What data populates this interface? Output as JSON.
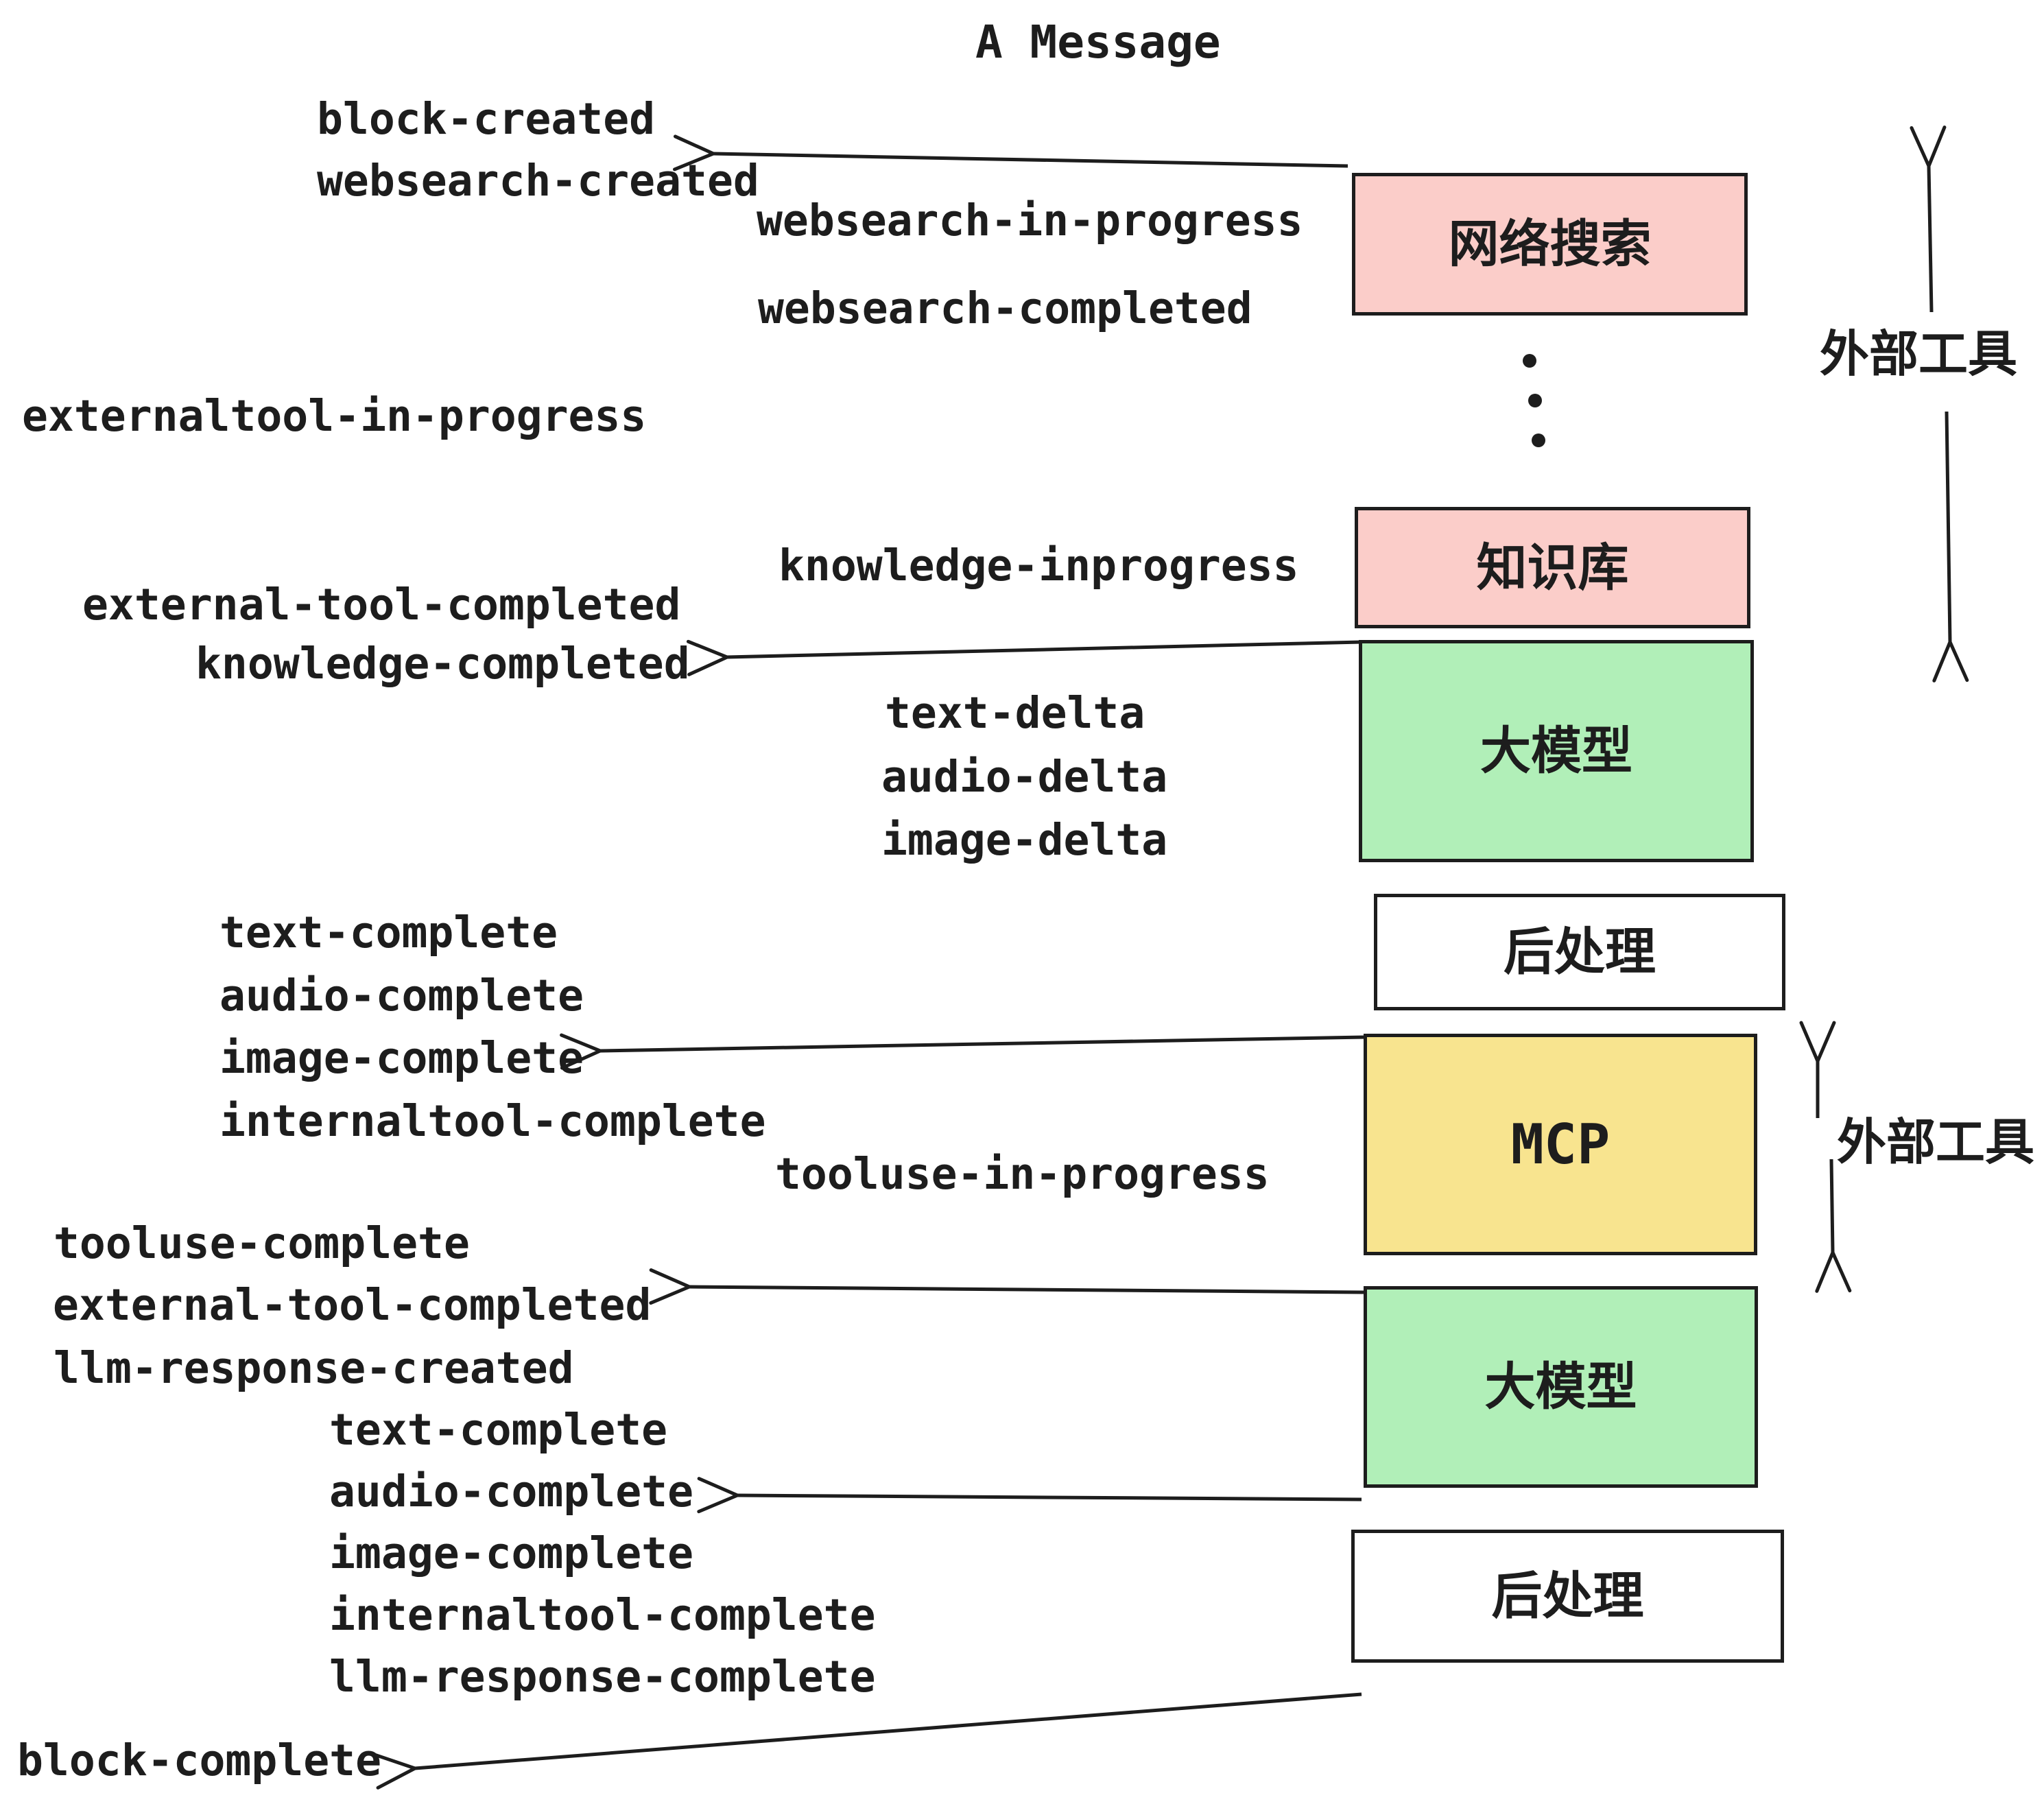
{
  "title": "A Message",
  "colors": {
    "ink": "#1d1d1d",
    "external_tool_box": "#fbcdc9",
    "llm_box": "#b1efb8",
    "mcp_box": "#f8e48f",
    "postprocess_box": "#ffffff",
    "background": "#ffffff"
  },
  "events": [
    "block-created",
    "websearch-created",
    "websearch-in-progress",
    "websearch-completed",
    "externaltool-in-progress",
    "knowledge-inprogress",
    "external-tool-completed",
    "knowledge-completed",
    "text-delta",
    "audio-delta",
    "image-delta",
    "text-complete",
    "audio-complete",
    "image-complete",
    "internaltool-complete",
    "tooluse-in-progress",
    "tooluse-complete",
    "external-tool-completed",
    "llm-response-created",
    "text-complete",
    "audio-complete",
    "image-complete",
    "internaltool-complete",
    "llm-response-complete",
    "block-complete"
  ],
  "boxes": [
    {
      "label": "网络搜索",
      "kind": "external-tool"
    },
    {
      "label": "知识库",
      "kind": "external-tool"
    },
    {
      "label": "大模型",
      "kind": "llm"
    },
    {
      "label": "后处理",
      "kind": "postprocess"
    },
    {
      "label": "MCP",
      "kind": "mcp"
    },
    {
      "label": "大模型",
      "kind": "llm"
    },
    {
      "label": "后处理",
      "kind": "postprocess"
    }
  ],
  "side_labels": [
    {
      "label": "外部工具"
    },
    {
      "label": "外部工具"
    }
  ],
  "icons": {
    "vertical-ellipsis-dots": "three stacked dots between 网络搜索 and 知识库"
  }
}
